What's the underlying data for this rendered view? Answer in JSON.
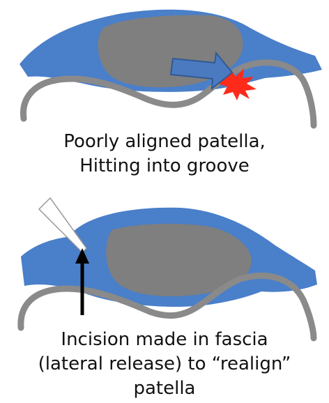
{
  "top_panel": {
    "caption_lines": [
      "Poorly aligned patella,",
      "Hitting into groove"
    ]
  },
  "bottom_panel": {
    "caption_lines": [
      "Incision made in fascia",
      "(lateral release) to “realign”",
      "patella"
    ]
  },
  "colors": {
    "fascia": "#4a7fc9",
    "patella": "#7f7f7f",
    "groove": "#8a8a8a",
    "impact": "#ff2a1a",
    "arrow": "#4b7ac0",
    "pointer": "#000000"
  }
}
